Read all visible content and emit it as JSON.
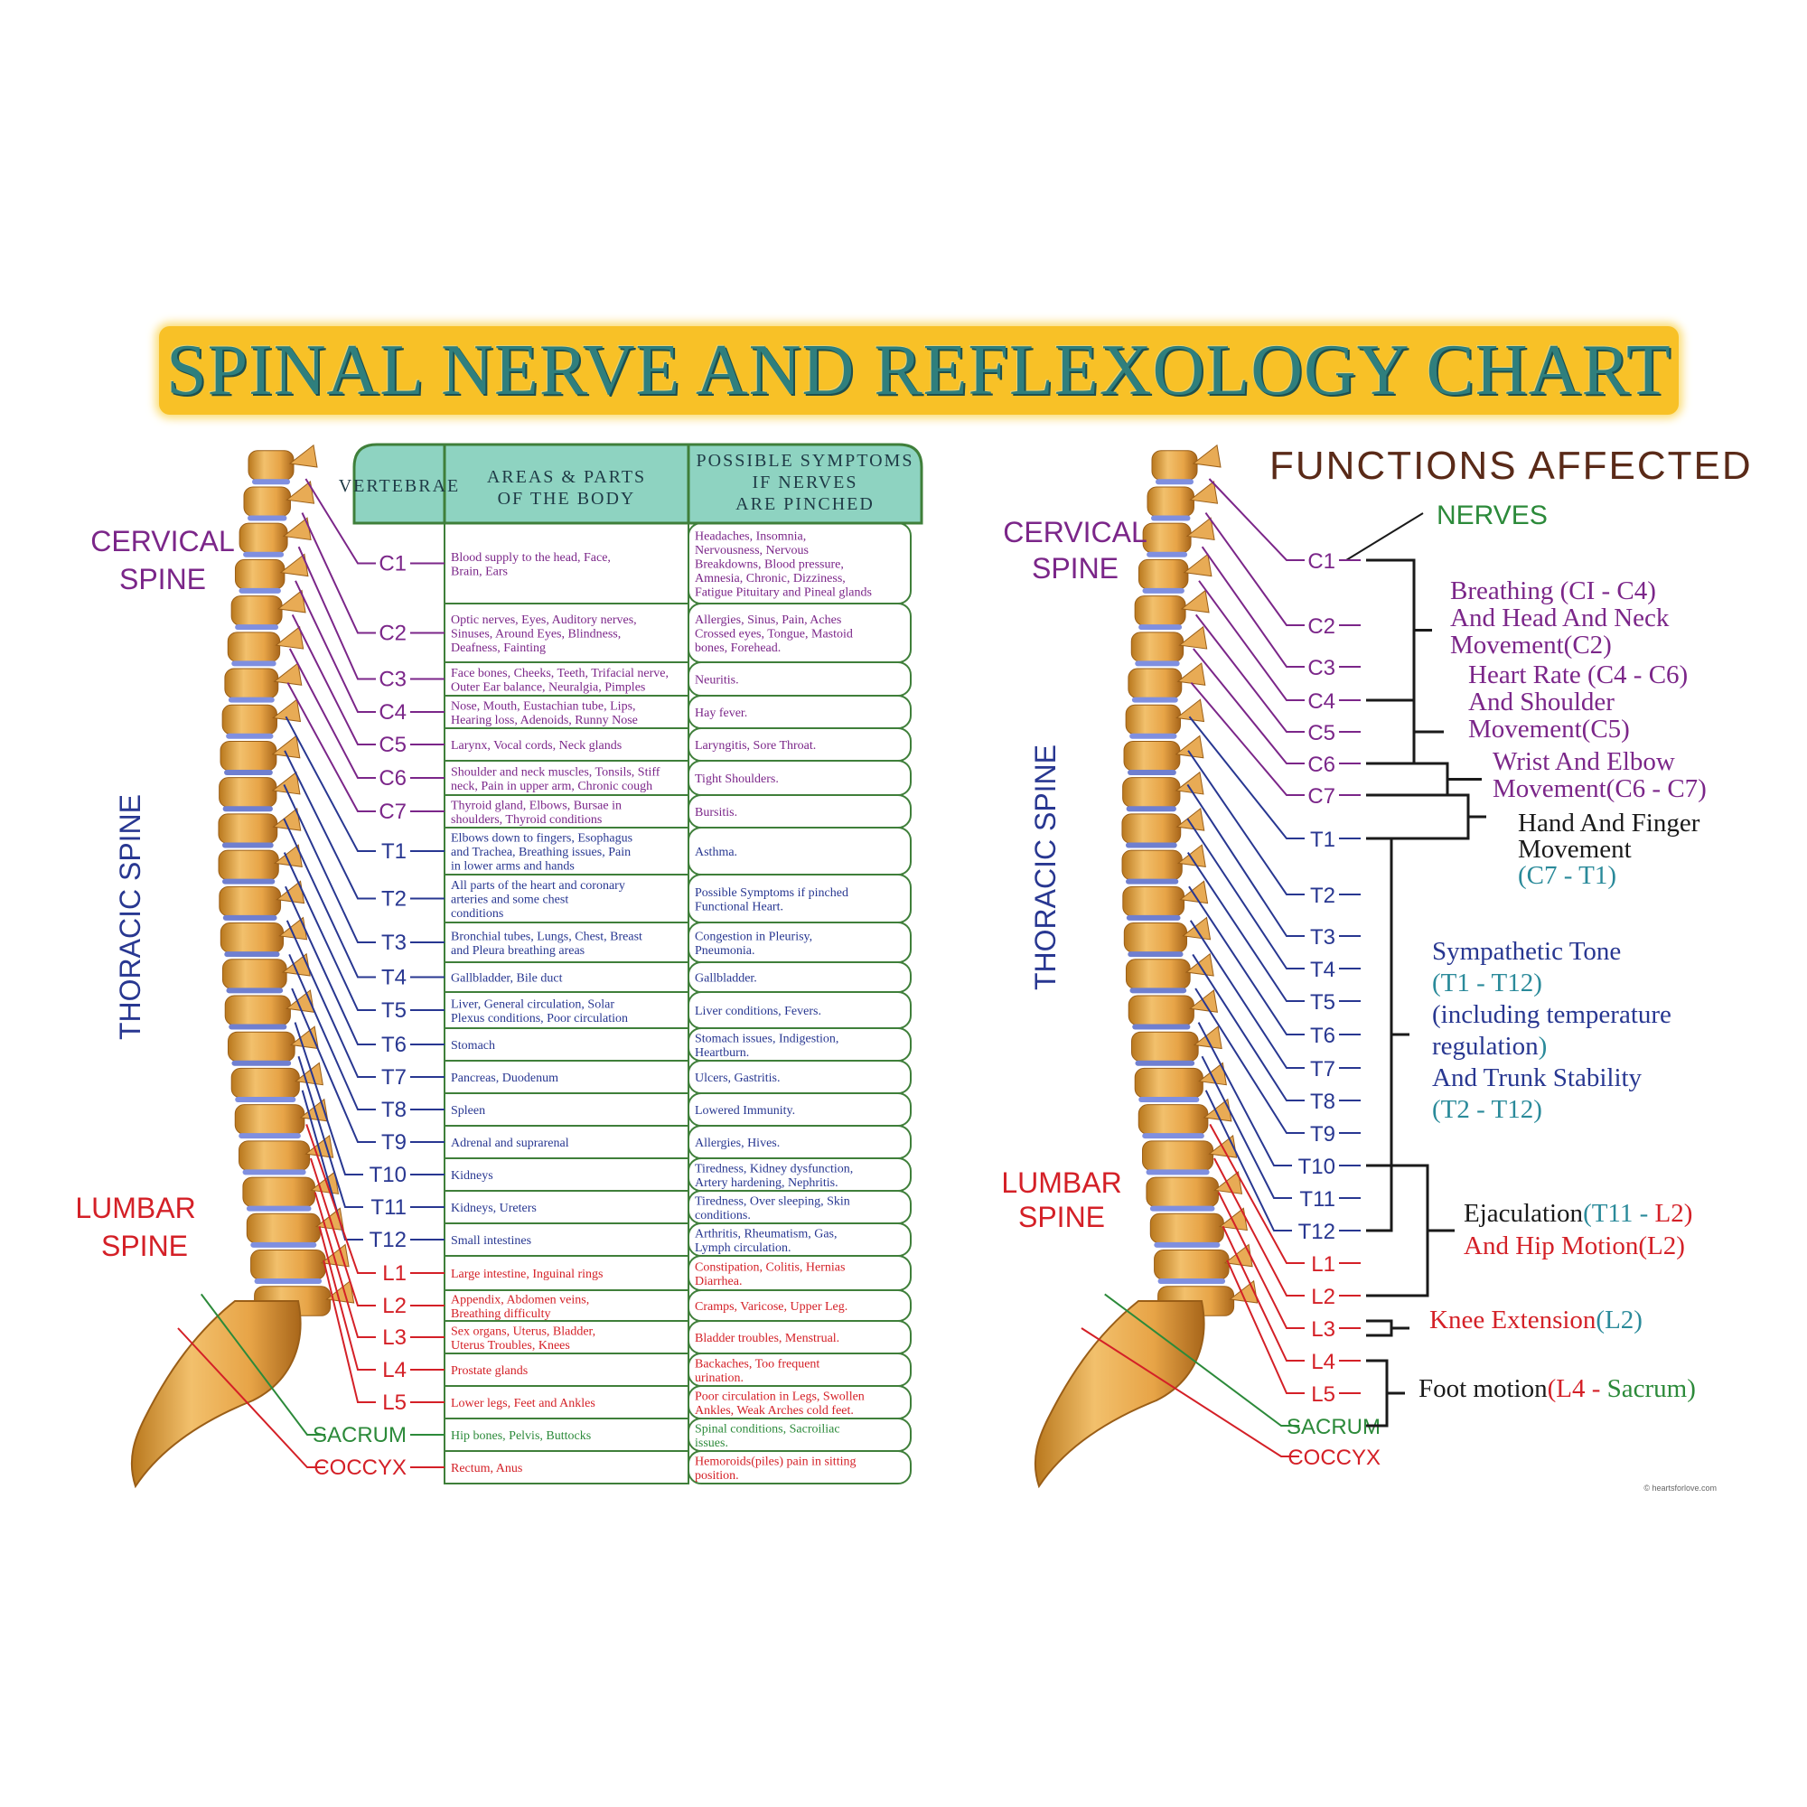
{
  "title": "SPINAL NERVE AND REFLEXOLOGY CHART",
  "colors": {
    "cervical": "#7b2689",
    "thoracic": "#283791",
    "lumbar": "#d42027",
    "sacrum": "#2c8a3a",
    "coccyx": "#d42027",
    "table_header_bg": "#8ed3c1",
    "table_border": "#3f7f3a",
    "title_bg": "#f8c127",
    "title_text": "#2f7f7d"
  },
  "regions": {
    "cervical": [
      "CERVICAL",
      "SPINE"
    ],
    "thoracic": "THORACIC SPINE",
    "lumbar": [
      "LUMBAR",
      "SPINE"
    ]
  },
  "table": {
    "headers": {
      "vertebrae": [
        "VERTEBRAE"
      ],
      "areas": [
        "AREAS & PARTS",
        "OF THE BODY"
      ],
      "symptoms": [
        "POSSIBLE SYMPTOMS",
        "IF NERVES",
        "ARE PINCHED"
      ]
    },
    "rows": [
      {
        "v": "C1",
        "g": "cervical",
        "areas": [
          "Blood supply to the head, Face,",
          "Brain, Ears"
        ],
        "symptoms": [
          "Headaches, Insomnia,",
          "Nervousness, Nervous",
          "Breakdowns, Blood pressure,",
          "Amnesia, Chronic, Dizziness,",
          "Fatigue Pituitary and Pineal glands"
        ]
      },
      {
        "v": "C2",
        "g": "cervical",
        "areas": [
          "Optic nerves, Eyes, Auditory nerves,",
          "Sinuses, Around Eyes, Blindness,",
          "Deafness, Fainting"
        ],
        "symptoms": [
          "Allergies, Sinus, Pain, Aches",
          "Crossed eyes, Tongue, Mastoid",
          "bones, Forehead."
        ]
      },
      {
        "v": "C3",
        "g": "cervical",
        "areas": [
          "Face bones, Cheeks, Teeth, Trifacial nerve,",
          "Outer Ear balance, Neuralgia, Pimples"
        ],
        "symptoms": [
          "Neuritis."
        ]
      },
      {
        "v": "C4",
        "g": "cervical",
        "areas": [
          "Nose, Mouth, Eustachian tube, Lips,",
          "Hearing loss, Adenoids, Runny Nose"
        ],
        "symptoms": [
          "Hay fever."
        ]
      },
      {
        "v": "C5",
        "g": "cervical",
        "areas": [
          "Larynx, Vocal cords, Neck glands"
        ],
        "symptoms": [
          "Laryngitis, Sore Throat."
        ]
      },
      {
        "v": "C6",
        "g": "cervical",
        "areas": [
          "Shoulder and neck muscles, Tonsils, Stiff",
          "neck, Pain in upper arm, Chronic cough"
        ],
        "symptoms": [
          "Tight Shoulders."
        ]
      },
      {
        "v": "C7",
        "g": "cervical",
        "areas": [
          "Thyroid gland, Elbows, Bursae in",
          "shoulders, Thyroid conditions"
        ],
        "symptoms": [
          "Bursitis."
        ]
      },
      {
        "v": "T1",
        "g": "thoracic",
        "areas": [
          "Elbows down to fingers, Esophagus",
          "and Trachea, Breathing issues, Pain",
          "in lower arms and hands"
        ],
        "symptoms": [
          "Asthma."
        ]
      },
      {
        "v": "T2",
        "g": "thoracic",
        "areas": [
          "All parts of the heart and coronary",
          "arteries and some chest",
          "conditions"
        ],
        "symptoms": [
          "Possible Symptoms if pinched",
          "Functional Heart."
        ]
      },
      {
        "v": "T3",
        "g": "thoracic",
        "areas": [
          "Bronchial tubes, Lungs, Chest, Breast",
          "and Pleura breathing areas"
        ],
        "symptoms": [
          "Congestion in Pleurisy,",
          "Pneumonia."
        ]
      },
      {
        "v": "T4",
        "g": "thoracic",
        "areas": [
          "Gallbladder, Bile duct"
        ],
        "symptoms": [
          "Gallbladder."
        ]
      },
      {
        "v": "T5",
        "g": "thoracic",
        "areas": [
          "Liver, General circulation, Solar",
          "Plexus conditions, Poor circulation"
        ],
        "symptoms": [
          "Liver conditions, Fevers."
        ]
      },
      {
        "v": "T6",
        "g": "thoracic",
        "areas": [
          "Stomach"
        ],
        "symptoms": [
          "Stomach issues, Indigestion,",
          "Heartburn."
        ]
      },
      {
        "v": "T7",
        "g": "thoracic",
        "areas": [
          "Pancreas, Duodenum"
        ],
        "symptoms": [
          "Ulcers, Gastritis."
        ]
      },
      {
        "v": "T8",
        "g": "thoracic",
        "areas": [
          "Spleen"
        ],
        "symptoms": [
          "Lowered Immunity."
        ]
      },
      {
        "v": "T9",
        "g": "thoracic",
        "areas": [
          "Adrenal and suprarenal"
        ],
        "symptoms": [
          "Allergies, Hives."
        ]
      },
      {
        "v": "T10",
        "g": "thoracic",
        "areas": [
          "Kidneys"
        ],
        "symptoms": [
          "Tiredness, Kidney dysfunction,",
          "Artery hardening, Nephritis."
        ]
      },
      {
        "v": "T11",
        "g": "thoracic",
        "areas": [
          "Kidneys, Ureters"
        ],
        "symptoms": [
          "Tiredness, Over sleeping, Skin",
          "conditions."
        ]
      },
      {
        "v": "T12",
        "g": "thoracic",
        "areas": [
          "Small intestines"
        ],
        "symptoms": [
          "Arthritis, Rheumatism, Gas,",
          "Lymph circulation."
        ]
      },
      {
        "v": "L1",
        "g": "lumbar",
        "areas": [
          "Large intestine, Inguinal rings"
        ],
        "symptoms": [
          "Constipation, Colitis, Hernias",
          "Diarrhea."
        ]
      },
      {
        "v": "L2",
        "g": "lumbar",
        "areas": [
          "Appendix, Abdomen veins,",
          "Breathing difficulty"
        ],
        "symptoms": [
          "Cramps, Varicose, Upper Leg."
        ]
      },
      {
        "v": "L3",
        "g": "lumbar",
        "areas": [
          "Sex organs, Uterus, Bladder,",
          "Uterus Troubles, Knees"
        ],
        "symptoms": [
          "Bladder troubles, Menstrual."
        ]
      },
      {
        "v": "L4",
        "g": "lumbar",
        "areas": [
          "Prostate glands"
        ],
        "symptoms": [
          "Backaches, Too frequent",
          "urination."
        ]
      },
      {
        "v": "L5",
        "g": "lumbar",
        "areas": [
          "Lower legs, Feet and Ankles"
        ],
        "symptoms": [
          "Poor circulation in Legs, Swollen",
          "Ankles, Weak Arches cold feet."
        ]
      },
      {
        "v": "SACRUM",
        "g": "sacrum",
        "areas": [
          "Hip bones, Pelvis, Buttocks"
        ],
        "symptoms": [
          "Spinal conditions, Sacroiliac",
          "issues."
        ]
      },
      {
        "v": "COCCYX",
        "g": "coccyx",
        "areas": [
          "Rectum, Anus"
        ],
        "symptoms": [
          "Hemoroids(piles) pain in sitting",
          "position."
        ]
      }
    ]
  },
  "functions": {
    "title": "FUNCTIONS AFFECTED",
    "nerves_label": "NERVES",
    "vertebrae": [
      "C1",
      "C2",
      "C3",
      "C4",
      "C5",
      "C6",
      "C7",
      "T1",
      "T2",
      "T3",
      "T4",
      "T5",
      "T6",
      "T7",
      "T8",
      "T9",
      "T10",
      "T11",
      "T12",
      "L1",
      "L2",
      "L3",
      "L4",
      "L5",
      "SACRUM",
      "COCCYX"
    ],
    "groups": [
      {
        "lines": [
          [
            {
              "t": "Breathing ",
              "c": "cervical"
            },
            {
              "t": "(CI - C4)",
              "c": "cervical"
            }
          ],
          [
            {
              "t": "And Head And Neck",
              "c": "cervical"
            }
          ],
          [
            {
              "t": "Movement",
              "c": "cervical"
            },
            {
              "t": "(C2)",
              "c": "cervical"
            }
          ]
        ]
      },
      {
        "lines": [
          [
            {
              "t": "Heart Rate ",
              "c": "cervical"
            },
            {
              "t": "(C4 - C6)",
              "c": "cervical"
            }
          ],
          [
            {
              "t": "And Shoulder",
              "c": "cervical"
            }
          ],
          [
            {
              "t": "Movement",
              "c": "cervical"
            },
            {
              "t": "(C5)",
              "c": "cervical"
            }
          ]
        ]
      },
      {
        "lines": [
          [
            {
              "t": "Wrist And Elbow",
              "c": "cervical"
            }
          ],
          [
            {
              "t": "Movement",
              "c": "cervical"
            },
            {
              "t": "(C6 - C7)",
              "c": "cervical"
            }
          ]
        ]
      },
      {
        "lines": [
          [
            {
              "t": "Hand And Finger",
              "c": "black"
            }
          ],
          [
            {
              "t": "Movement",
              "c": "black"
            }
          ],
          [
            {
              "t": "(C7 - T1)",
              "c": "teal"
            }
          ]
        ]
      },
      {
        "lines": [
          [
            {
              "t": "Sympathetic Tone",
              "c": "thoracic"
            }
          ],
          [
            {
              "t": "(T1 - T12)",
              "c": "teal"
            }
          ],
          [
            {
              "t": "(including temperature",
              "c": "thoracic"
            }
          ],
          [
            {
              "t": "regulation",
              "c": "thoracic"
            },
            {
              "t": ")",
              "c": "teal"
            }
          ],
          [
            {
              "t": "And Trunk Stability",
              "c": "thoracic"
            }
          ],
          [
            {
              "t": "(T2 - T12)",
              "c": "teal"
            }
          ]
        ]
      },
      {
        "lines": [
          [
            {
              "t": "Ejaculation",
              "c": "black"
            },
            {
              "t": "(T11 - ",
              "c": "teal"
            },
            {
              "t": "L2)",
              "c": "lumbar"
            }
          ],
          [
            {
              "t": "And Hip Motion",
              "c": "lumbar"
            },
            {
              "t": "(L2)",
              "c": "lumbar"
            }
          ]
        ]
      },
      {
        "lines": [
          [
            {
              "t": "Knee Extension",
              "c": "lumbar"
            },
            {
              "t": "(L2)",
              "c": "teal"
            }
          ]
        ]
      },
      {
        "lines": [
          [
            {
              "t": "Foot motion",
              "c": "black"
            },
            {
              "t": "(L4 - ",
              "c": "lumbar"
            },
            {
              "t": "Sacrum)",
              "c": "sacrum"
            }
          ]
        ]
      }
    ]
  },
  "copyright": "© heartsforlove.com"
}
